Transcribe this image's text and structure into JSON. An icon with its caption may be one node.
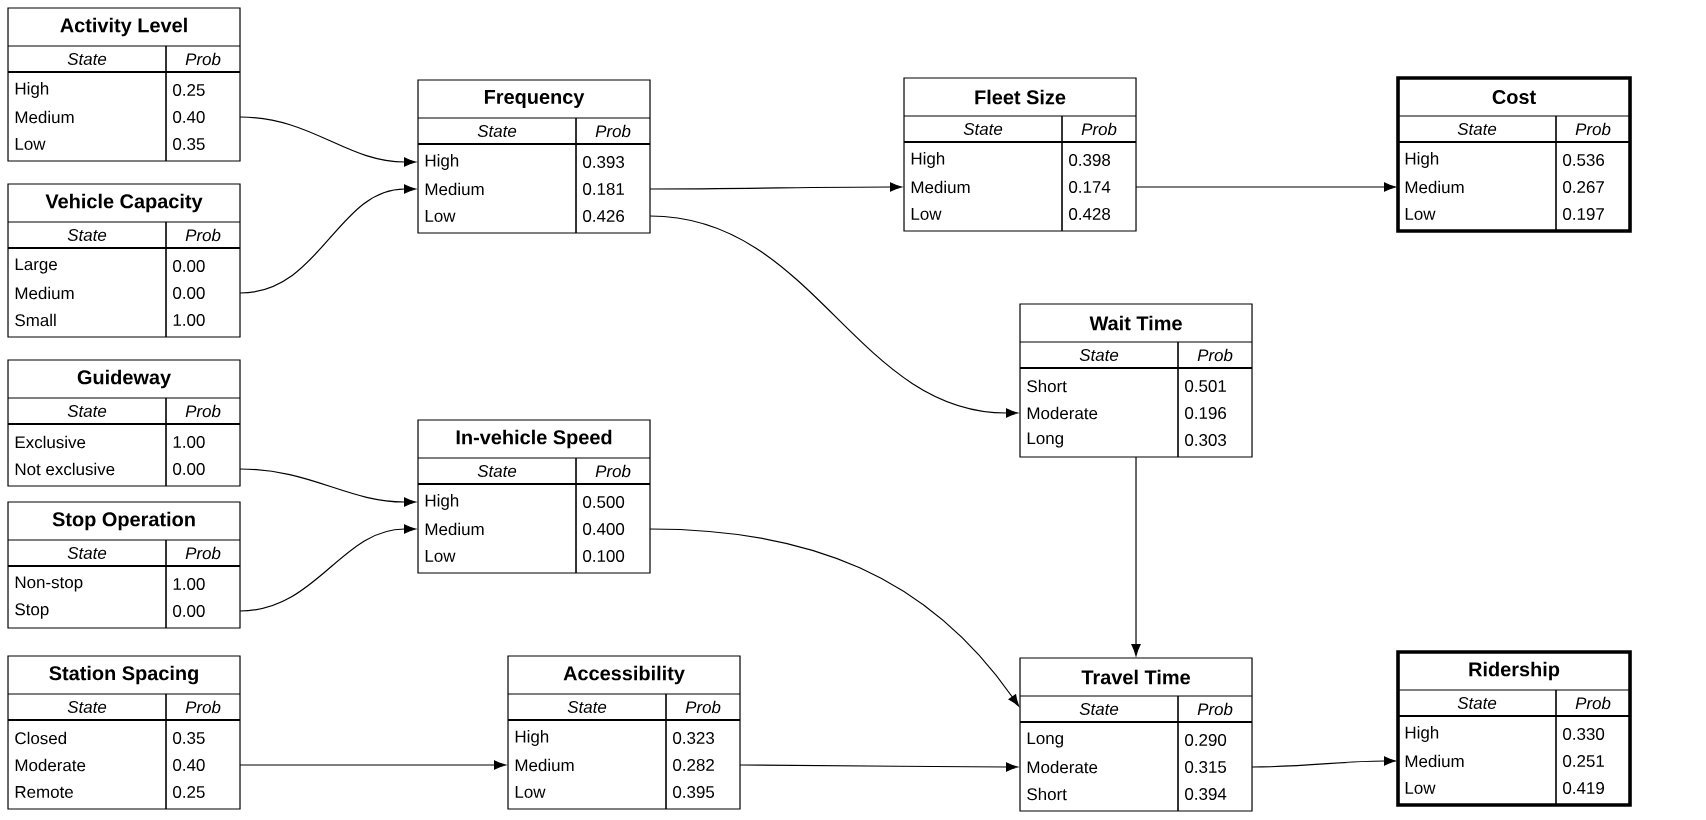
{
  "diagram": {
    "nodes": [
      {
        "text": [
          "Activity Level",
          "State",
          "Prob",
          "High",
          "0.25",
          "Medium",
          "0.40",
          "Low",
          "0.35"
        ]
      },
      {
        "text": [
          "Vehicle Capacity",
          "State",
          "Prob",
          "Large",
          "0.00",
          "Medium",
          "0.00",
          "Small",
          "1.00"
        ]
      },
      {
        "text": [
          "Guideway",
          "State",
          "Prob",
          "Exclusive",
          "1.00",
          "Not exclusive",
          "0.00"
        ]
      },
      {
        "text": [
          "Stop Operation",
          "State",
          "Prob",
          "Non-stop",
          "1.00",
          "Stop",
          "0.00"
        ]
      },
      {
        "text": [
          "Station Spacing",
          "State",
          "Prob",
          "Closed",
          "0.35",
          "Moderate",
          "0.40",
          "Remote",
          "0.25"
        ]
      },
      {
        "text": [
          "Frequency",
          "State",
          "Prob",
          "High",
          "0.393",
          "Medium",
          "0.181",
          "Low",
          "0.426"
        ]
      },
      {
        "text": [
          "In-vehicle Speed",
          "State",
          "Prob",
          "High",
          "0.500",
          "Medium",
          "0.400",
          "Low",
          "0.100"
        ]
      },
      {
        "text": [
          "Accessibility",
          "State",
          "Prob",
          "High",
          "0.323",
          "Medium",
          "0.282",
          "Low",
          "0.395"
        ]
      },
      {
        "text": [
          "Fleet Size",
          "State",
          "Prob",
          "High",
          "0.398",
          "Medium",
          "0.174",
          "Low",
          "0.428"
        ]
      },
      {
        "text": [
          "Wait Time",
          "State",
          "Prob",
          "Short",
          "0.501",
          "Moderate",
          "0.196",
          "Long",
          "0.303"
        ]
      },
      {
        "text": [
          "Travel Time",
          "State",
          "Prob",
          "Long",
          "0.290",
          "Moderate",
          "0.315",
          "Short",
          "0.394"
        ]
      },
      {
        "text": [
          "Cost",
          "State",
          "Prob",
          "High",
          "0.536",
          "Medium",
          "0.267",
          "Low",
          "0.197"
        ]
      },
      {
        "text": [
          "Ridership",
          "State",
          "Prob",
          "High",
          "0.330",
          "Medium",
          "0.251",
          "Low",
          "0.419"
        ]
      }
    ],
    "edges": [
      {
        "from": 0,
        "to": 5,
        "arrow": "to"
      },
      {
        "from": 1,
        "to": 5,
        "arrow": "to"
      },
      {
        "from": 5,
        "to": 8,
        "arrow": "to"
      },
      {
        "from": 5,
        "to": 9,
        "arrow": "to"
      },
      {
        "from": 2,
        "to": 6,
        "arrow": "to"
      },
      {
        "from": 3,
        "to": 6,
        "arrow": "to"
      },
      {
        "from": 6,
        "to": 10,
        "arrow": "to"
      },
      {
        "from": 4,
        "to": 7,
        "arrow": "to"
      },
      {
        "from": 7,
        "to": 10,
        "arrow": "to"
      },
      {
        "from": 8,
        "to": 11,
        "arrow": "to"
      },
      {
        "from": 9,
        "to": 10,
        "arrow": "to"
      },
      {
        "from": 10,
        "to": 12,
        "arrow": "to"
      }
    ]
  }
}
